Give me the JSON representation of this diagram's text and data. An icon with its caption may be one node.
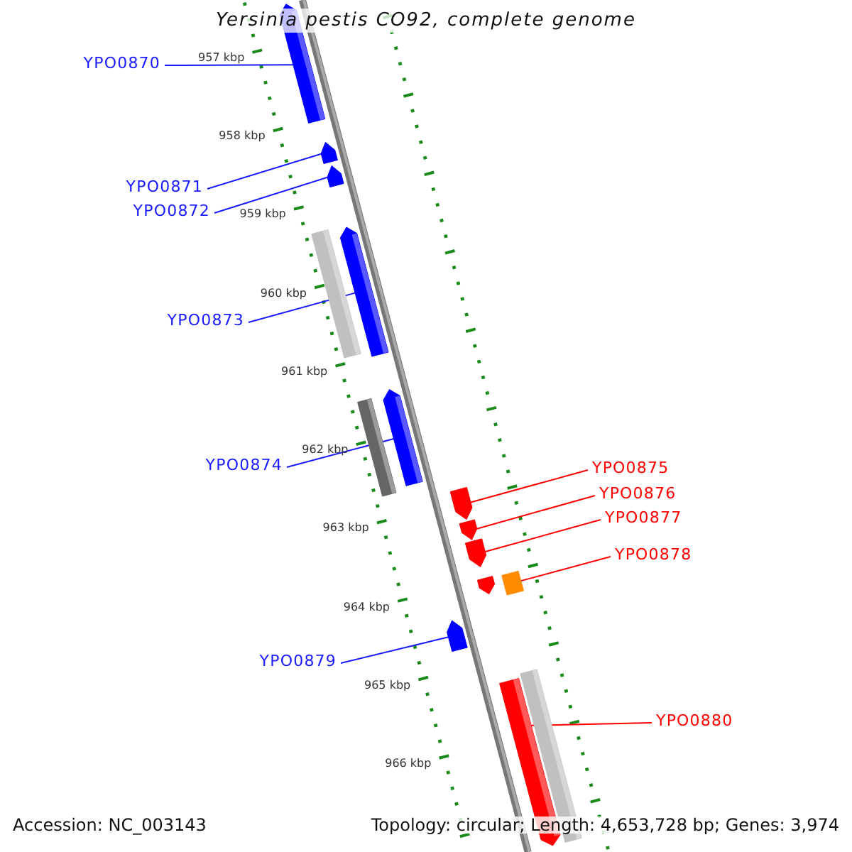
{
  "diagram": {
    "title": "Yersinia pestis CO92, complete genome",
    "nodes": [
      {
        "text": [
          "YPO0870"
        ]
      },
      {
        "text": [],
        "shape": "bar"
      },
      {
        "text": [
          "YPO0871"
        ]
      },
      {
        "text": [],
        "shape": "pentagon"
      },
      {
        "text": [
          "YPO0872"
        ]
      },
      {
        "text": [],
        "shape": "pentagon"
      },
      {
        "text": [],
        "shape": "bar"
      },
      {
        "text": [],
        "shape": "bar"
      },
      {
        "text": [
          "YPO0873"
        ]
      },
      {
        "text": [],
        "shape": "bar"
      },
      {
        "text": [],
        "shape": "bar"
      },
      {
        "text": [
          "YPO0874"
        ]
      },
      {
        "text": [
          "YPO0875"
        ]
      },
      {
        "text": [],
        "shape": "pentagon"
      },
      {
        "text": [
          "YPO0876"
        ]
      },
      {
        "text": [],
        "shape": "pentagon"
      },
      {
        "text": [
          "YPO0877"
        ]
      },
      {
        "text": [],
        "shape": "pentagon"
      },
      {
        "text": [
          "YPO0878"
        ]
      },
      {
        "text": [],
        "shape": "pentagon"
      },
      {
        "text": [],
        "shape": "box"
      },
      {
        "text": [
          "YPO0879"
        ]
      },
      {
        "text": [],
        "shape": "pentagon"
      },
      {
        "text": [],
        "shape": "bar"
      },
      {
        "text": [],
        "shape": "bar"
      },
      {
        "text": [
          "YPO0880"
        ]
      }
    ],
    "edges": [
      {
        "from": 0,
        "to": 1,
        "arrow": "none"
      },
      {
        "from": 2,
        "to": 3,
        "arrow": "none"
      },
      {
        "from": 4,
        "to": 5,
        "arrow": "none"
      },
      {
        "from": 8,
        "to": 7,
        "arrow": "none"
      },
      {
        "from": 11,
        "to": 10,
        "arrow": "none"
      },
      {
        "from": 12,
        "to": 13,
        "arrow": "none",
        "color": "#ff0000"
      },
      {
        "from": 14,
        "to": 15,
        "arrow": "none",
        "color": "#ff0000"
      },
      {
        "from": 16,
        "to": 17,
        "arrow": "none",
        "color": "#ff0000"
      },
      {
        "from": 18,
        "to": 20,
        "arrow": "none",
        "color": "#ff0000"
      },
      {
        "from": 21,
        "to": 22,
        "arrow": "none"
      },
      {
        "from": 25,
        "to": 23,
        "arrow": "none",
        "color": "#ff0000"
      }
    ],
    "labels": [
      "957 kbp",
      "958 kbp",
      "959 kbp",
      "960 kbp",
      "961 kbp",
      "962 kbp",
      "963 kbp",
      "964 kbp",
      "965 kbp",
      "966 kbp",
      "Accession: NC_003143",
      "Topology: circular; Length: 4,653,728 bp; Genes: 3,974"
    ]
  }
}
